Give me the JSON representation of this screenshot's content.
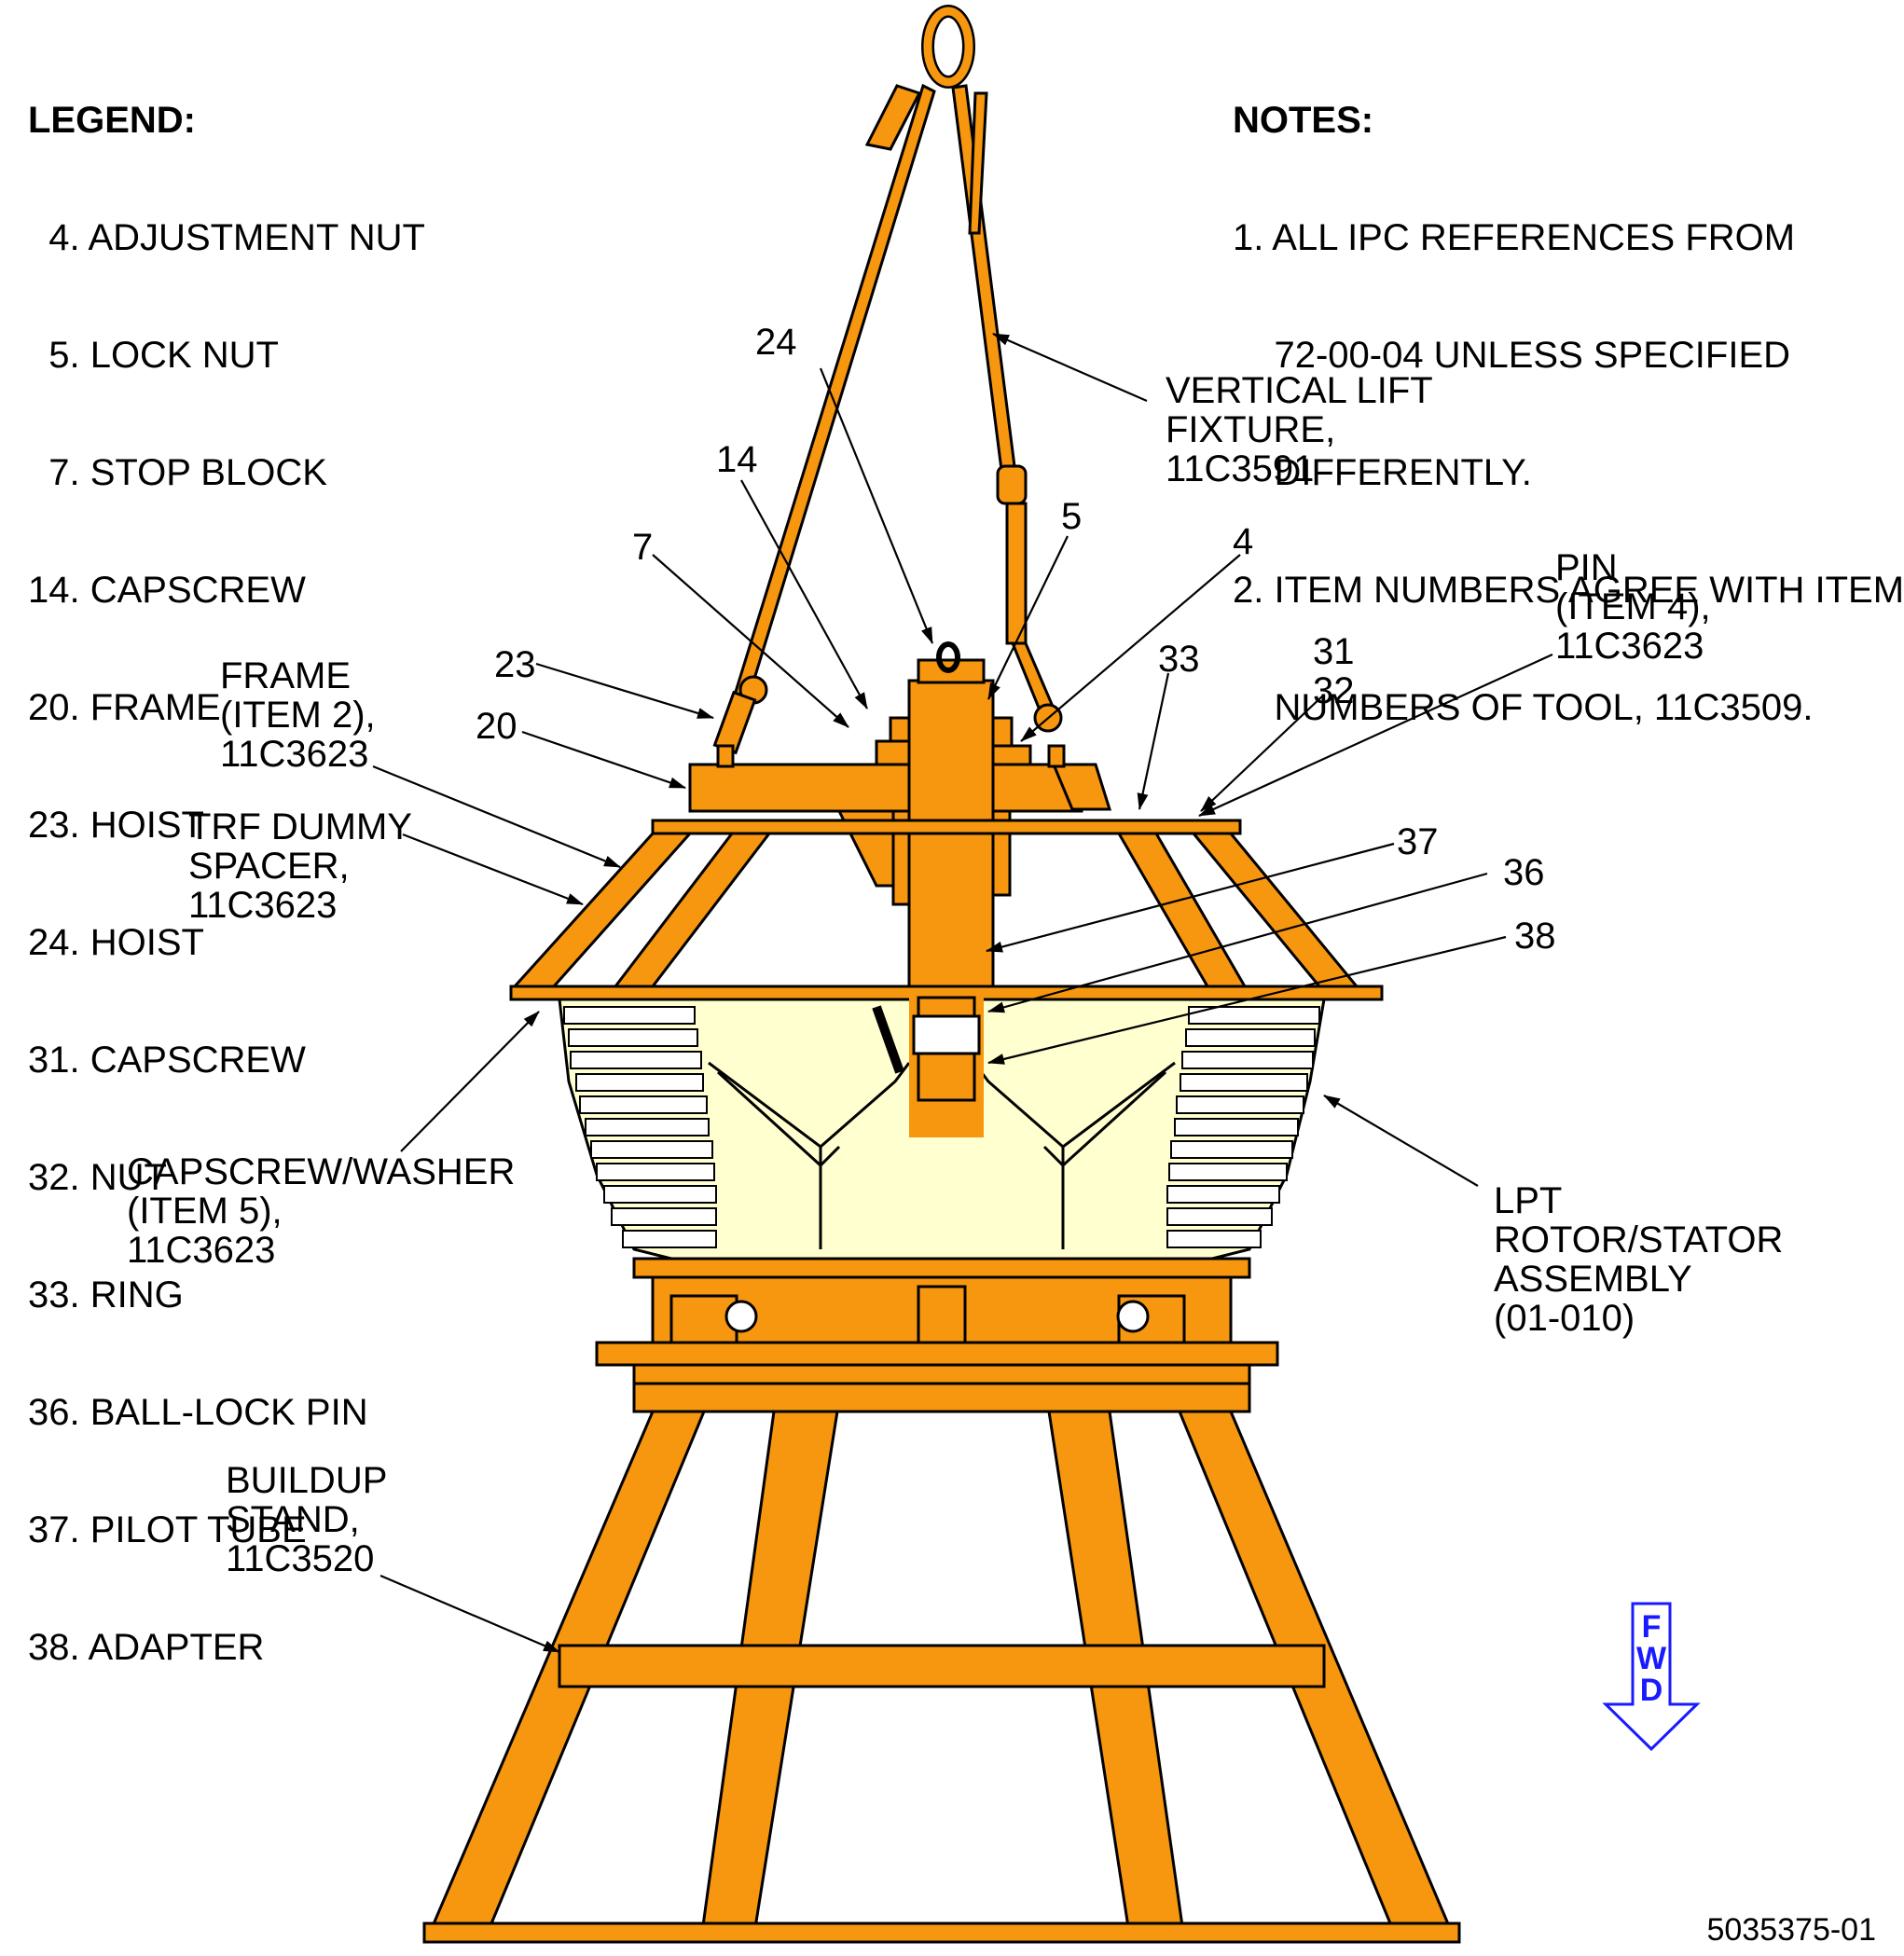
{
  "legend": {
    "title": "LEGEND:",
    "items": [
      "  4. ADJUSTMENT NUT",
      "  5. LOCK NUT",
      "  7. STOP BLOCK",
      "14. CAPSCREW",
      "20. FRAME",
      "23. HOIST",
      "24. HOIST",
      "31. CAPSCREW",
      "32. NUT",
      "33. RING",
      "36. BALL-LOCK PIN",
      "37. PILOT TUBE",
      "38. ADAPTER"
    ]
  },
  "notes": {
    "title": "NOTES:",
    "lines": [
      "1. ALL IPC REFERENCES FROM",
      "    72-00-04 UNLESS SPECIFIED",
      "    DIFFERENTLY.",
      "2. ITEM NUMBERS AGREE WITH ITEM",
      "    NUMBERS OF TOOL, 11C3509."
    ]
  },
  "callouts": {
    "vertical_lift": "VERTICAL LIFT\nFIXTURE,\n11C3591",
    "frame": "FRAME\n(ITEM 2),\n11C3623",
    "trf": "TRF DUMMY\nSPACER,\n11C3623",
    "pin": "PIN\n(ITEM 4),\n11C3623",
    "capscrew_washer": "CAPSCREW/WASHER\n(ITEM 5),\n11C3623",
    "lpt": "LPT\nROTOR/STATOR\nASSEMBLY\n(01-010)",
    "buildup": "BUILDUP\nSTAND,\n11C3520",
    "n24": "24",
    "n14": "14",
    "n7": "7",
    "n5": "5",
    "n4": "4",
    "n23": "23",
    "n20": "20",
    "n33": "33",
    "n31": "31",
    "n32": "32",
    "n37": "37",
    "n36": "36",
    "n38": "38"
  },
  "fwd": {
    "label": "F\nW\nD",
    "color": "#1a1aff"
  },
  "drawing_id": "5035375-01",
  "colors": {
    "tool": "#f7960f",
    "assembly": "#ffffd0",
    "line": "#000000"
  }
}
